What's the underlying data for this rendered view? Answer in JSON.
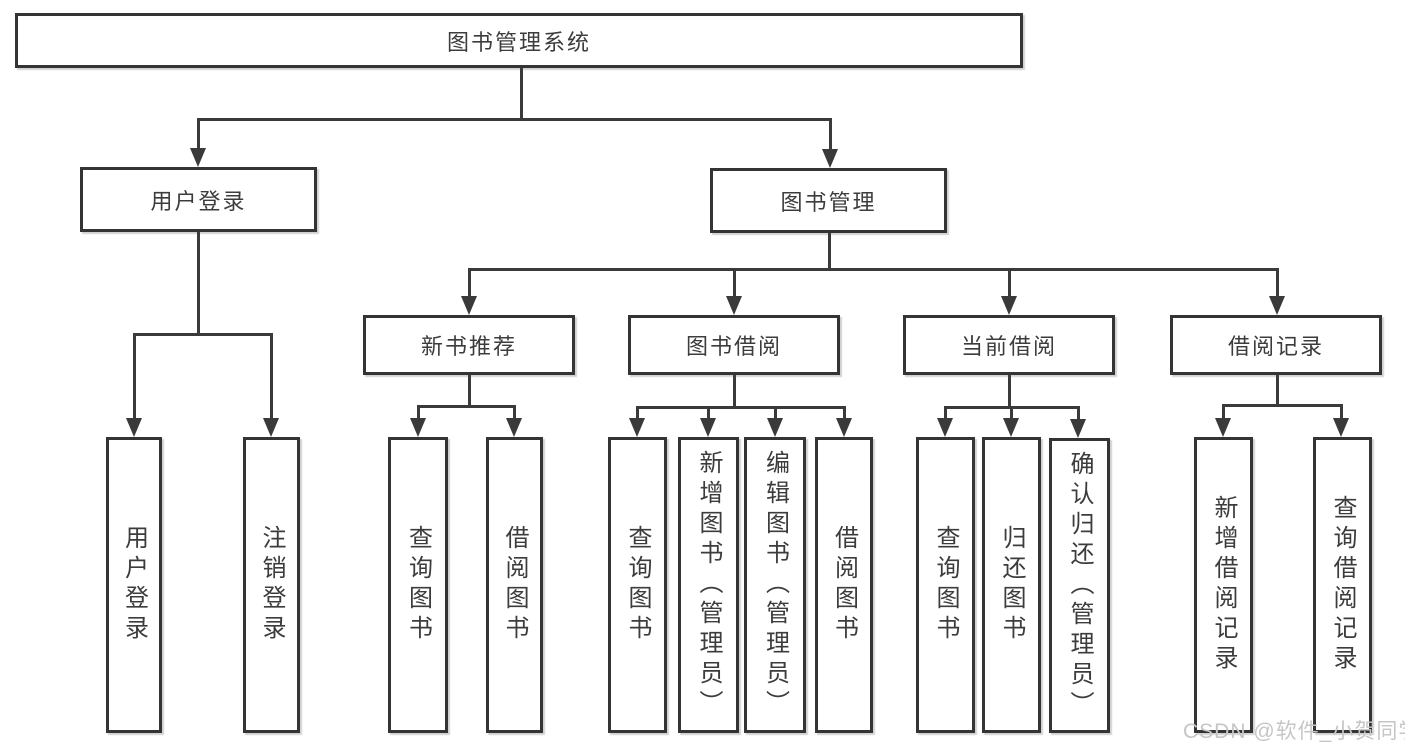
{
  "tree": {
    "root": {
      "label": "图书管理系统",
      "children": [
        {
          "label": "用户登录",
          "children": [
            {
              "label": "用户登录"
            },
            {
              "label": "注销登录"
            }
          ]
        },
        {
          "label": "图书管理",
          "children": [
            {
              "label": "新书推荐",
              "children": [
                {
                  "label": "查询图书"
                },
                {
                  "label": "借阅图书"
                }
              ]
            },
            {
              "label": "图书借阅",
              "children": [
                {
                  "label": "查询图书"
                },
                {
                  "label": "新增图书（管理员）"
                },
                {
                  "label": "编辑图书（管理员）"
                },
                {
                  "label": "借阅图书"
                }
              ]
            },
            {
              "label": "当前借阅",
              "children": [
                {
                  "label": "查询图书"
                },
                {
                  "label": "归还图书"
                },
                {
                  "label": "确认归还（管理员）"
                }
              ]
            },
            {
              "label": "借阅记录",
              "children": [
                {
                  "label": "新增借阅记录"
                },
                {
                  "label": "查询借阅记录"
                }
              ]
            }
          ]
        }
      ]
    }
  },
  "colors": {
    "line": "#3a3a3a",
    "border": "#343434",
    "text": "#3c3c3c",
    "watermark": "#c6c6c6",
    "background": "#ffffff"
  },
  "watermark": {
    "text": "CSDN @软件_小贺同学"
  }
}
